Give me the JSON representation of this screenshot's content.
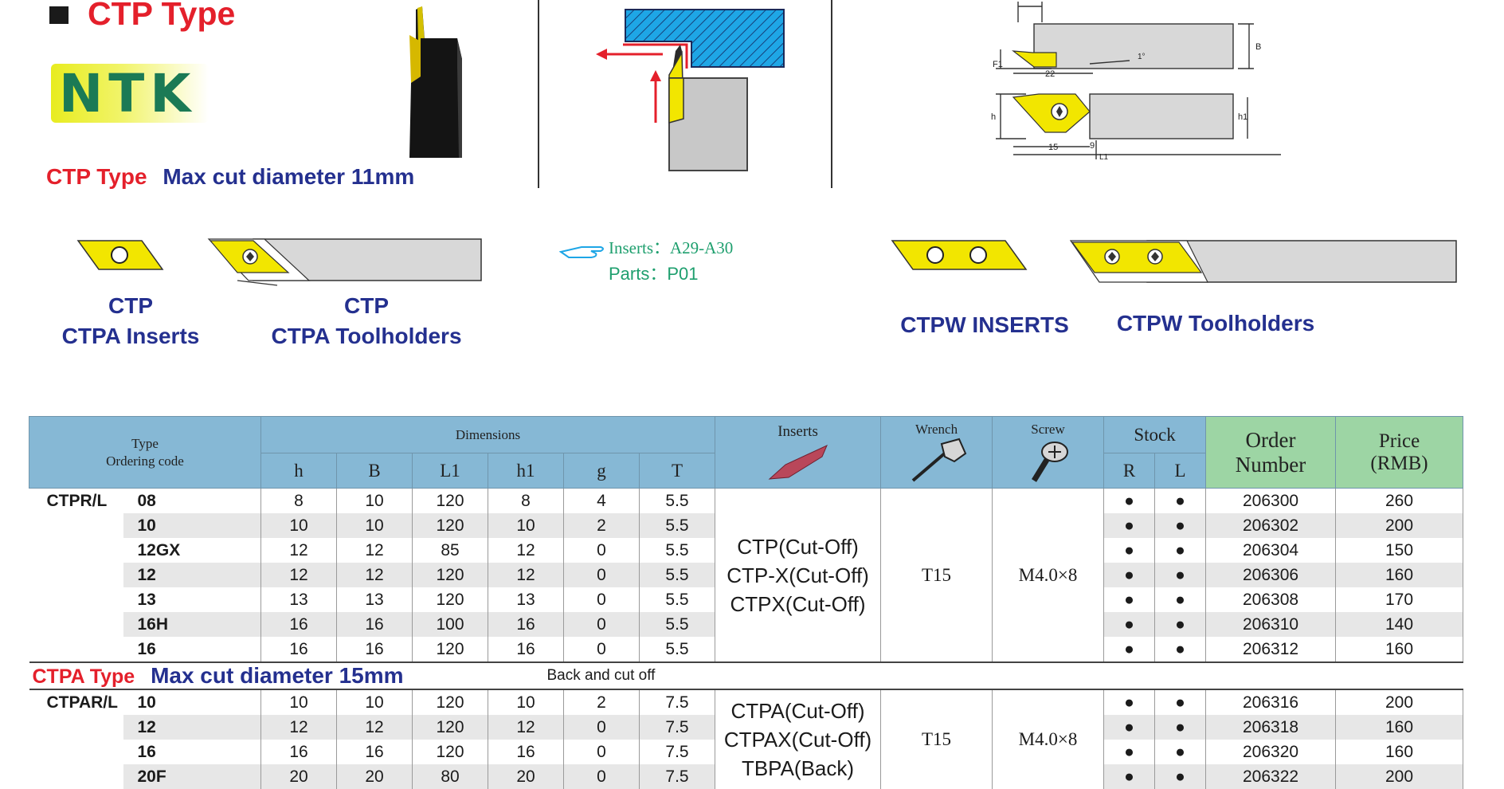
{
  "header": {
    "title": "CTP Type",
    "brand": "NTK",
    "caption_type": "CTP Type",
    "caption_desc": "Max cut diameter 11mm"
  },
  "refs": {
    "inserts": "Inserts：A29-A30",
    "parts": "Parts：P01"
  },
  "labels": {
    "ctp_inserts_l1": "CTP",
    "ctp_inserts_l2": "CTPA Inserts",
    "ctp_holders_l1": "CTP",
    "ctp_holders_l2": "CTPA Toolholders",
    "ctpw_inserts": "CTPW INSERTS",
    "ctpw_holders": "CTPW Toolholders"
  },
  "drawing_labels": {
    "f1": "F1",
    "b": "B",
    "angle": "1°",
    "d22": "22",
    "h": "h",
    "h1": "h1",
    "d15": "15",
    "d9": "9",
    "l1": "L1"
  },
  "table": {
    "headers": {
      "type_l1": "Type",
      "type_l2": "Ordering code",
      "dimensions": "Dimensions",
      "dims": [
        "h",
        "B",
        "L1",
        "h1",
        "g",
        "T"
      ],
      "inserts": "Inserts",
      "wrench": "Wrench",
      "screw": "Screw",
      "stock": "Stock",
      "stock_r": "R",
      "stock_l": "L",
      "order_l1": "Order",
      "order_l2": "Number",
      "price_l1": "Price",
      "price_l2": "(RMB)"
    },
    "group1": {
      "prefix": "CTPR/L",
      "codes": [
        "08",
        "10",
        "12GX",
        "12",
        "13",
        "16H",
        "16"
      ],
      "h": [
        "8",
        "10",
        "12",
        "12",
        "13",
        "16",
        "16"
      ],
      "B": [
        "10",
        "10",
        "12",
        "12",
        "13",
        "16",
        "16"
      ],
      "L1": [
        "120",
        "120",
        "85",
        "120",
        "120",
        "100",
        "120"
      ],
      "h1": [
        "8",
        "10",
        "12",
        "12",
        "13",
        "16",
        "16"
      ],
      "g": [
        "4",
        "2",
        "0",
        "0",
        "0",
        "0",
        "0"
      ],
      "T": [
        "5.5",
        "5.5",
        "5.5",
        "5.5",
        "5.5",
        "5.5",
        "5.5"
      ],
      "inserts": [
        "CTP(Cut-Off)",
        "CTP-X(Cut-Off)",
        "CTPX(Cut-Off)"
      ],
      "wrench": "T15",
      "screw": "M4.0×8",
      "stock_r": [
        "●",
        "●",
        "●",
        "●",
        "●",
        "●",
        "●"
      ],
      "stock_l": [
        "●",
        "●",
        "●",
        "●",
        "●",
        "●",
        "●"
      ],
      "order": [
        "206300",
        "206302",
        "206304",
        "206306",
        "206308",
        "206310",
        "206312"
      ],
      "price": [
        "260",
        "200",
        "150",
        "160",
        "170",
        "140",
        "160"
      ]
    },
    "section2": {
      "type": "CTPA Type",
      "desc": "Max cut diameter 15mm",
      "note": "Back and cut off"
    },
    "group2": {
      "prefix": "CTPAR/L",
      "codes": [
        "10",
        "12",
        "16",
        "20F"
      ],
      "h": [
        "10",
        "12",
        "16",
        "20"
      ],
      "B": [
        "10",
        "12",
        "16",
        "20"
      ],
      "L1": [
        "120",
        "120",
        "120",
        "80"
      ],
      "h1": [
        "10",
        "12",
        "16",
        "20"
      ],
      "g": [
        "2",
        "0",
        "0",
        "0"
      ],
      "T": [
        "7.5",
        "7.5",
        "7.5",
        "7.5"
      ],
      "inserts": [
        "CTPA(Cut-Off)",
        "CTPAX(Cut-Off)",
        "TBPA(Back)"
      ],
      "wrench": "T15",
      "screw": "M4.0×8",
      "stock_r": [
        "●",
        "●",
        "●",
        "●"
      ],
      "stock_l": [
        "●",
        "●",
        "●",
        "●"
      ],
      "order": [
        "206316",
        "206318",
        "206320",
        "206322"
      ],
      "price": [
        "200",
        "160",
        "160",
        "200"
      ]
    }
  },
  "colors": {
    "title_red": "#e4202b",
    "navy": "#24308f",
    "header_blue": "#86b8d5",
    "header_green": "#9dd5a4",
    "insert_yellow": "#f2e600"
  }
}
